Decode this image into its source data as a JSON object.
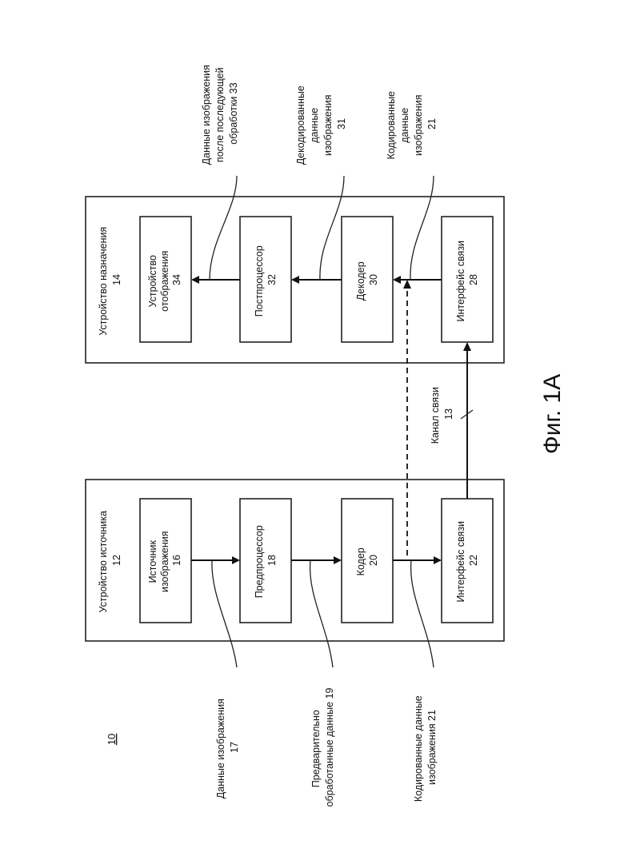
{
  "figure_ref": "10",
  "figure_title": "Фиг. 1A",
  "source_device": {
    "title": "Устройство источника",
    "number": "12",
    "blocks": [
      {
        "name": "Источник изображения",
        "lines": [
          "Источник",
          "изображения"
        ],
        "number": "16"
      },
      {
        "name": "Предпроцессор",
        "lines": [
          "Предпроцессор"
        ],
        "number": "18"
      },
      {
        "name": "Кодер",
        "lines": [
          "Кодер"
        ],
        "number": "20"
      },
      {
        "name": "Интерфейс связи",
        "lines": [
          "Интерфейс связи"
        ],
        "number": "22"
      }
    ]
  },
  "destination_device": {
    "title": "Устройство назначения",
    "number": "14",
    "blocks": [
      {
        "name": "Устройство отображения",
        "lines": [
          "Устройство",
          "отображения"
        ],
        "number": "34"
      },
      {
        "name": "Постпроцессор",
        "lines": [
          "Постпроцессор"
        ],
        "number": "32"
      },
      {
        "name": "Декодер",
        "lines": [
          "Декодер"
        ],
        "number": "30"
      },
      {
        "name": "Интерфейс связи",
        "lines": [
          "Интерфейс связи"
        ],
        "number": "28"
      }
    ]
  },
  "channel": {
    "lines": [
      "Канал связи",
      "13"
    ]
  },
  "source_annotations": [
    {
      "lines": [
        "Данные изображения",
        "17"
      ]
    },
    {
      "lines": [
        "Предварительно",
        "обработанные данные 19"
      ]
    },
    {
      "lines": [
        "Кодированные данные",
        "изображения 21"
      ]
    }
  ],
  "destination_annotations": [
    {
      "lines": [
        "Данные изображения",
        "после последующей",
        "обработки 33"
      ]
    },
    {
      "lines": [
        "Декодированные",
        "данные",
        "изображения",
        "31"
      ]
    },
    {
      "lines": [
        "Кодированные",
        "данные",
        "изображения",
        "21"
      ]
    }
  ]
}
